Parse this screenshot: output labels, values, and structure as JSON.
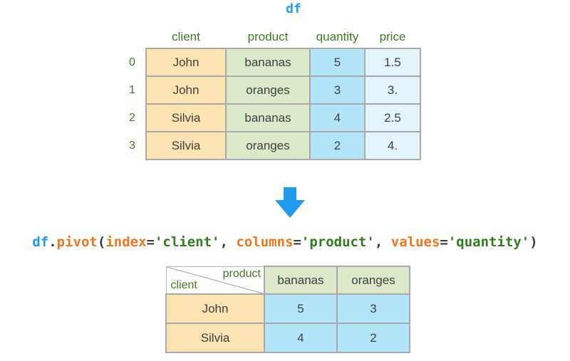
{
  "colors": {
    "accent_blue": "#1f9bef",
    "code_orange": "#f0761e",
    "code_green": "#2f7d1f",
    "label_green": "#3a7d20",
    "cell_tan": "#fbe3b2",
    "cell_green": "#dbe8ca",
    "cell_blue": "#b2e5f8",
    "cell_pale_blue": "#e3f4fb",
    "table_border": "#a9a9a9",
    "text_dark": "#3f3f3f"
  },
  "icons": {
    "arrow": "down-arrow"
  },
  "df_table": {
    "title": "df",
    "columns": [
      "client",
      "product",
      "quantity",
      "price"
    ],
    "index": [
      "0",
      "1",
      "2",
      "3"
    ],
    "rows": [
      [
        "John",
        "bananas",
        "5",
        "1.5"
      ],
      [
        "John",
        "oranges",
        "3",
        "3."
      ],
      [
        "Silvia",
        "bananas",
        "4",
        "2.5"
      ],
      [
        "Silvia",
        "oranges",
        "2",
        "4."
      ]
    ]
  },
  "code": {
    "full_text": "df.pivot(index='client', columns='product', values='quantity')",
    "tokens": [
      "df",
      ".",
      "pivot",
      "(",
      "index",
      "=",
      "'client'",
      ", ",
      "columns",
      "=",
      "'product'",
      ", ",
      "values",
      "=",
      "'quantity'",
      ")"
    ]
  },
  "pivot_table": {
    "corner": {
      "top_right": "product",
      "bottom_left": "client"
    },
    "columns": [
      "bananas",
      "oranges"
    ],
    "index": [
      "John",
      "Silvia"
    ],
    "rows": [
      [
        "5",
        "3"
      ],
      [
        "4",
        "2"
      ]
    ]
  }
}
